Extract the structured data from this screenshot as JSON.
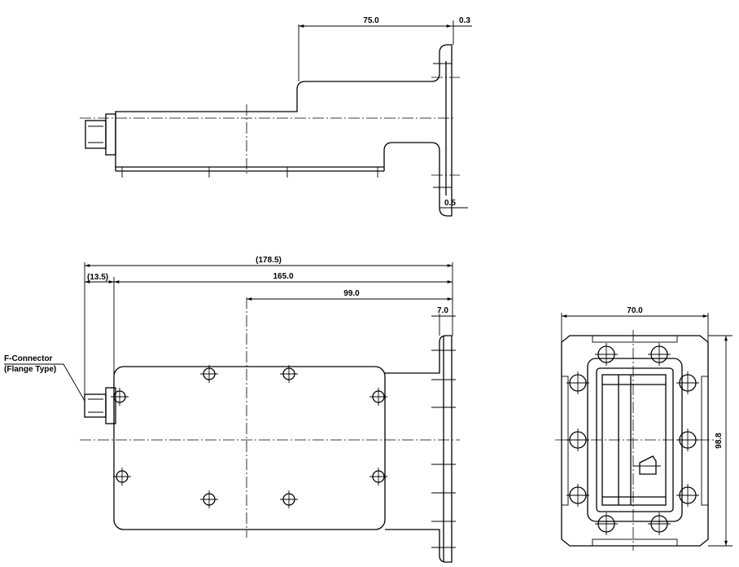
{
  "drawing": {
    "dimensions": {
      "side_75": "75.0",
      "side_0_3": "0.3",
      "side_0_5": "0.5",
      "top_178_5": "(178.5)",
      "top_13_5": "(13.5)",
      "top_165": "165.0",
      "top_99": "99.0",
      "top_7": "7.0",
      "end_70": "70.0",
      "end_98_8": "98.8"
    },
    "callout": {
      "line1": "F-Connector",
      "line2": "(Flange Type)"
    }
  }
}
